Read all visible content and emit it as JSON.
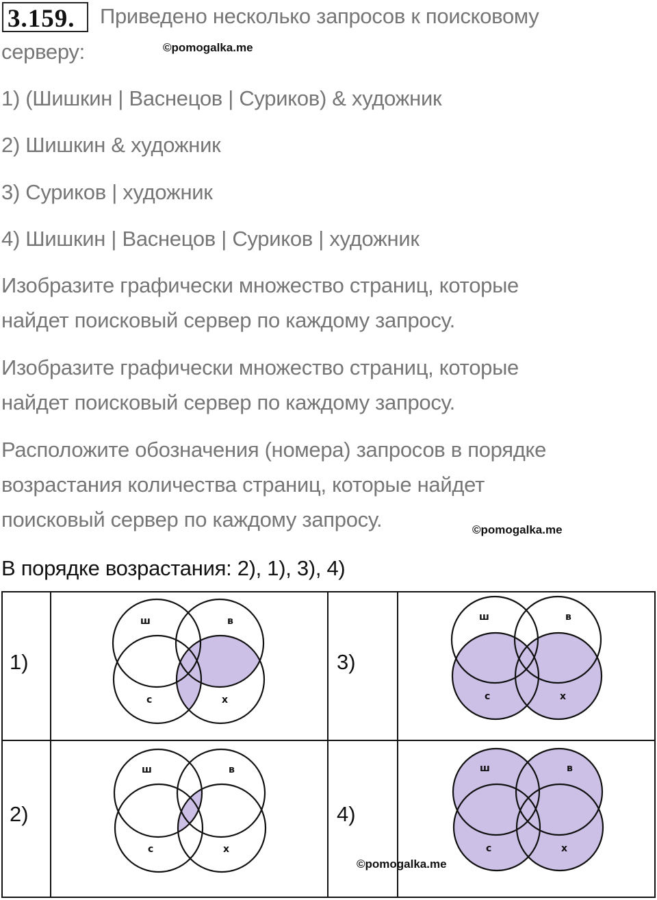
{
  "problem": {
    "number": "3.159.",
    "intro_line1": "Приведено несколько запросов к поисковому",
    "intro_line2": "серверу:"
  },
  "queries": [
    {
      "label": "1) (Шишкин | Васнецов | Суриков) & художник"
    },
    {
      "label": "2) Шишкин & художник"
    },
    {
      "label": "3) Суриков | художник"
    },
    {
      "label": "4) Шишкин | Васнецов | Суриков | художник"
    }
  ],
  "task_paragraphs": [
    {
      "line1": "Изобразите графически множество страниц, которые",
      "line2": "найдет поисковый сервер по каждому запросу."
    },
    {
      "line1": "Изобразите графически множество страниц, которые",
      "line2": "найдет поисковый сервер по каждому запросу."
    }
  ],
  "order_task": {
    "line1": "Расположите обозначения (номера) запросов в порядке",
    "line2": "возрастания количества страниц, которые найдет",
    "line3": "поисковый сервер по каждому запросу."
  },
  "answer": "В порядке возрастания: 2), 1), 3), 4)",
  "watermarks": [
    "©pomogalka.me",
    "©pomogalka.me",
    "©pomogalka.me"
  ],
  "colors": {
    "text_gray": "#767676",
    "text_black": "#111111",
    "venn_fill": "#ccc0e6",
    "venn_stroke": "#111111"
  },
  "venn_table": {
    "set_labels": {
      "sh": "ш",
      "v": "в",
      "s": "с",
      "x": "х"
    },
    "cells": [
      {
        "label": "1)",
        "expression": "(Ш ∪ В ∪ С) ∩ Х",
        "shaded": "Х ∩ (Ш ∪ В ∪ С)"
      },
      {
        "label": "3)",
        "expression": "С ∪ Х",
        "shaded": "С ∪ Х"
      },
      {
        "label": "2)",
        "expression": "Ш ∩ Х",
        "shaded": "Ш ∩ Х"
      },
      {
        "label": "4)",
        "expression": "Ш ∪ В ∪ С ∪ Х",
        "shaded": "Ш ∪ В ∪ С ∪ Х"
      }
    ]
  }
}
